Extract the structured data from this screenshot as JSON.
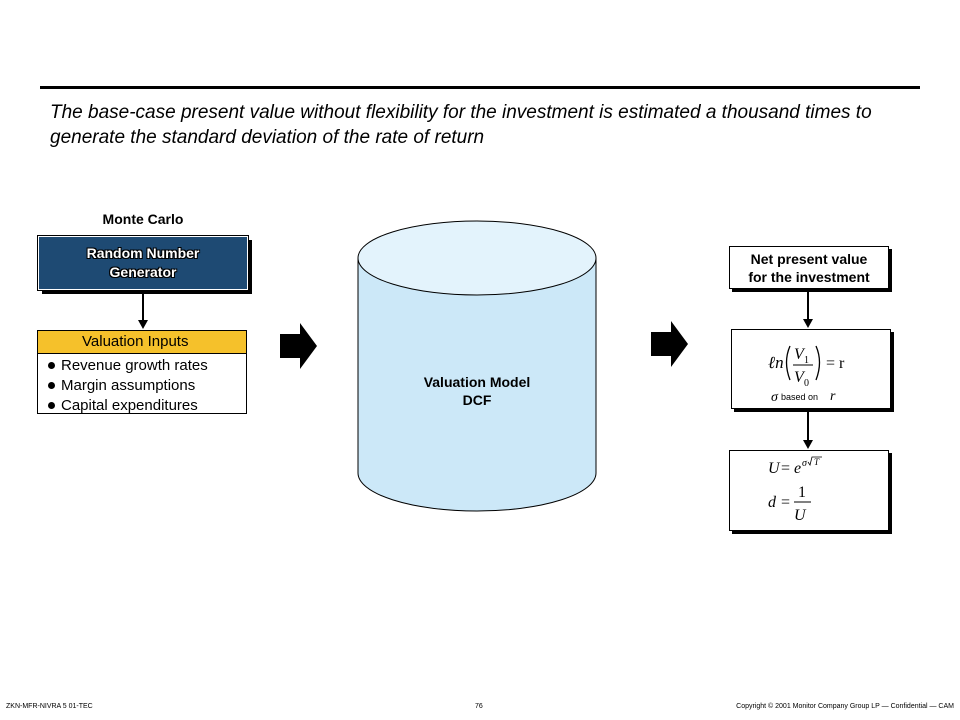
{
  "title": "The base-case present value without flexibility for the investment is estimated a thousand times to generate the standard deviation of the rate of return",
  "monte_carlo": {
    "label": "Monte Carlo",
    "generator_line1": "Random Number",
    "generator_line2": "Generator"
  },
  "valuation_inputs": {
    "header": "Valuation Inputs",
    "items": [
      "Revenue growth rates",
      "Margin assumptions",
      "Capital expenditures"
    ]
  },
  "model": {
    "line1": "Valuation Model",
    "line2": "DCF"
  },
  "output": {
    "npv_line1": "Net present value",
    "npv_line2": "for the investment",
    "formula_eq1_rhs": "= r",
    "sigma_note": "based on",
    "sigma_var": "r"
  },
  "footer": {
    "left": "ZKN-MFR-NIVRA 5 01-TEC",
    "center": "76",
    "right": "Copyright © 2001 Monitor Company Group LP — Confidential — CAM"
  },
  "colors": {
    "generator_fill": "#1e4a73",
    "inputs_header": "#f5c12b",
    "cylinder_fill": "#cce8f8",
    "cylinder_top": "#e3f3fc"
  }
}
